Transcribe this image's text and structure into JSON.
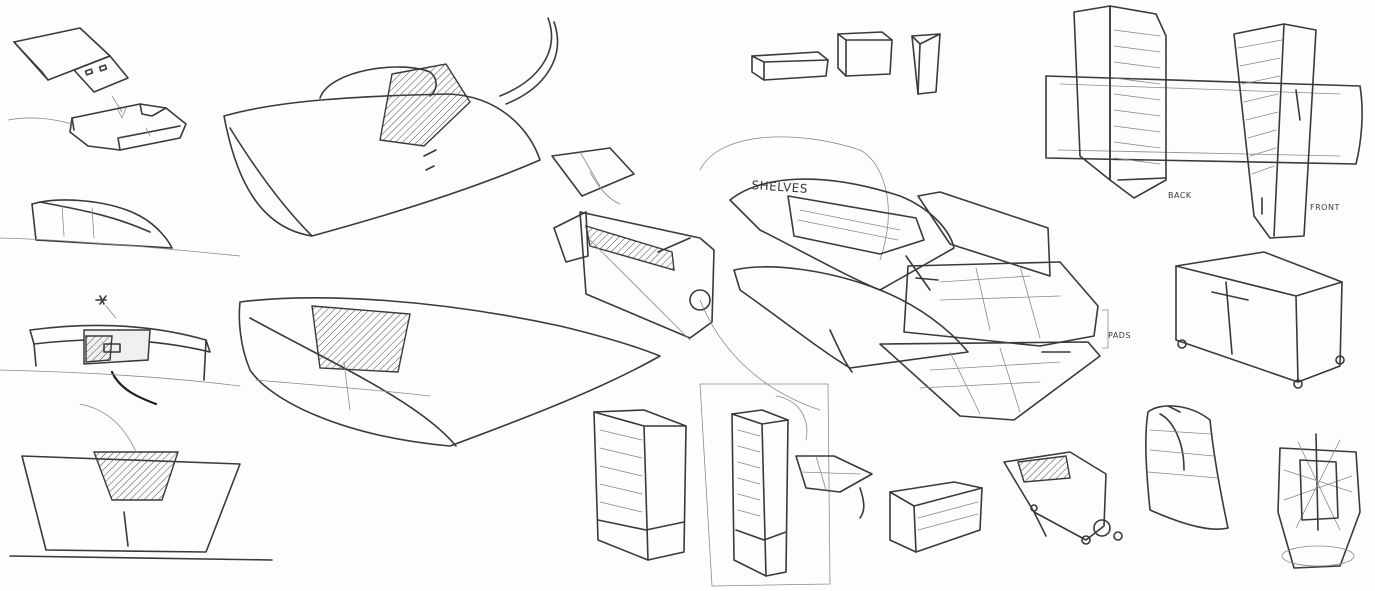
{
  "sheet": {
    "background": "#fdfdfc",
    "line_color": "#3a3a3a"
  },
  "labels": {
    "shelves": "SHELVES",
    "pads": "PADS",
    "back": "BACK",
    "front": "FRONT"
  },
  "sketches": [
    {
      "name": "usb-drive-and-dock-sketch",
      "icon": "usb-drive-icon"
    },
    {
      "name": "dock-side-profile-sketch"
    },
    {
      "name": "dock-with-usb-port-sketch",
      "icon": "usb-symbol-icon"
    },
    {
      "name": "dock-front-view-sketch"
    },
    {
      "name": "large-tray-dock-with-cable-sketch"
    },
    {
      "name": "wedge-tray-sketch"
    },
    {
      "name": "file-box-with-lid-sketch"
    },
    {
      "name": "small-boxes-sketch"
    },
    {
      "name": "shelves-and-pads-exploded-sketch"
    },
    {
      "name": "tower-back-and-front-sketch"
    },
    {
      "name": "rolling-cabinet-sketch"
    },
    {
      "name": "shelf-unit-sketch"
    },
    {
      "name": "tower-with-pad-sketch"
    },
    {
      "name": "shelf-box-sketch"
    },
    {
      "name": "rolling-file-basket-sketch"
    },
    {
      "name": "curved-stand-sketch"
    },
    {
      "name": "radial-file-holder-sketch"
    }
  ]
}
